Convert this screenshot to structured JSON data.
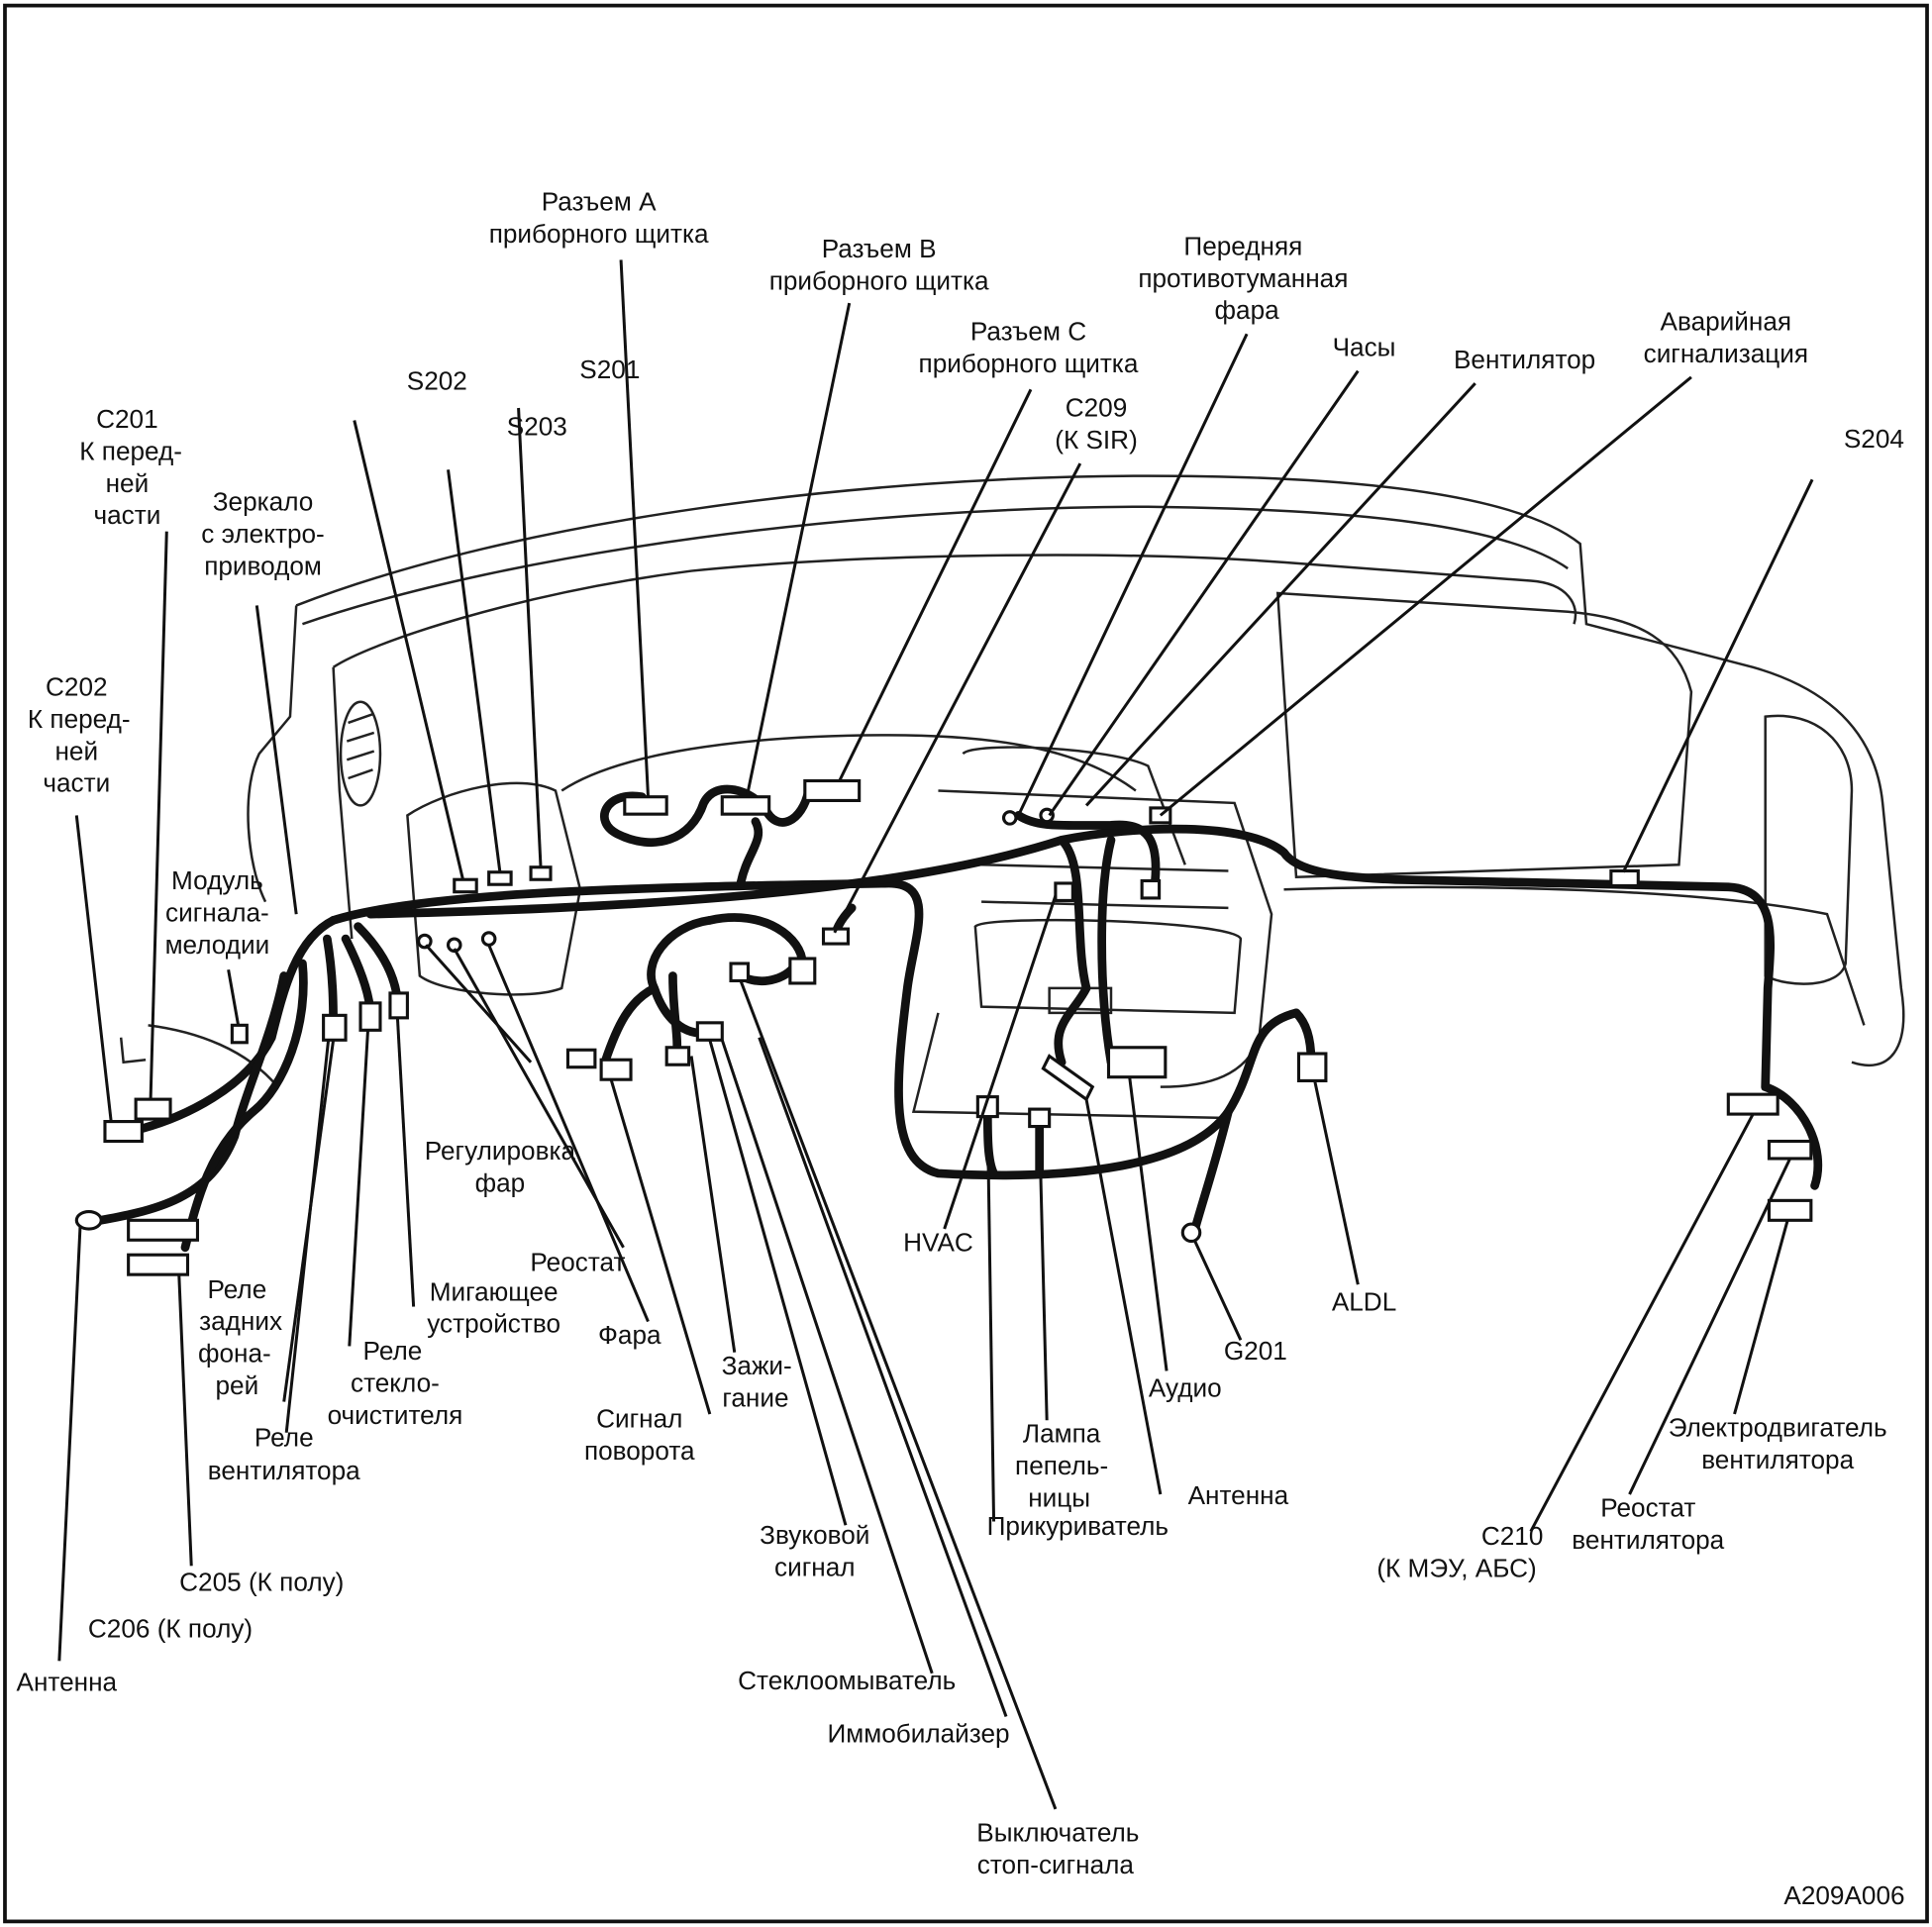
{
  "diagram": {
    "code": "A209A006",
    "labels": {
      "razem_a": [
        "Разъем  A",
        "приборного щитка"
      ],
      "razem_b": [
        "Разъем  B",
        "приборного щитка"
      ],
      "razem_c": [
        "Разъем  C",
        "приборного щитка"
      ],
      "fog": [
        "Передняя",
        "противотуманная",
        "фара"
      ],
      "clock": [
        "Часы"
      ],
      "fan": [
        "Вентилятор"
      ],
      "hazard": [
        "Аварийная",
        "сигнализация"
      ],
      "s201": [
        "S201"
      ],
      "s202": [
        "S202"
      ],
      "s203": [
        "S203"
      ],
      "s204": [
        "S204"
      ],
      "c209": [
        "C209",
        "(К SIR)"
      ],
      "c201": [
        "C201",
        "К перед-",
        "ней",
        "части"
      ],
      "c202": [
        "C202",
        "К перед-",
        "ней",
        "части"
      ],
      "mirror": [
        "Зеркало",
        "с электро-",
        "приводом"
      ],
      "chime": [
        "Модуль",
        "сигнала-",
        "мелодии"
      ],
      "headlamp_adj": [
        "Регулировка",
        "фар"
      ],
      "rheostat": [
        "Реостат"
      ],
      "headlamp": [
        "Фара"
      ],
      "flasher": [
        "Мигающее",
        "устройство"
      ],
      "tail_relay": [
        "Реле",
        "задних",
        "фона-",
        "рей"
      ],
      "wiper_relay": [
        "Реле",
        "стекло-",
        "очистителя"
      ],
      "fan_relay": [
        "Реле",
        "вентилятора"
      ],
      "ignition": [
        "Зажи-",
        "гание"
      ],
      "turn_signal": [
        "Сигнал",
        "поворота"
      ],
      "hvac": [
        "HVAC"
      ],
      "aldl": [
        "ALDL"
      ],
      "g201": [
        "G201"
      ],
      "audio": [
        "Аудио"
      ],
      "ashtray": [
        "Лампа",
        "пепель-",
        "ницы"
      ],
      "lighter": [
        "Прикуриватель"
      ],
      "antenna_right": [
        "Антенна"
      ],
      "horn": [
        "Звуковой",
        "сигнал"
      ],
      "washer": [
        "Стеклоомыватель"
      ],
      "immobilizer": [
        "Иммобилайзер"
      ],
      "brake_switch": [
        "Выключатель",
        "стоп-сигнала"
      ],
      "c210": [
        "C210",
        "(К МЭУ, АБС)"
      ],
      "blower_rheostat": [
        "Реостат",
        "вентилятора"
      ],
      "blower_motor": [
        "Электродвигатель",
        "вентилятора"
      ],
      "c205": [
        "C205 (К полу)"
      ],
      "c206": [
        "C206 (К полу)"
      ],
      "antenna_left": [
        "Антенна"
      ]
    }
  }
}
